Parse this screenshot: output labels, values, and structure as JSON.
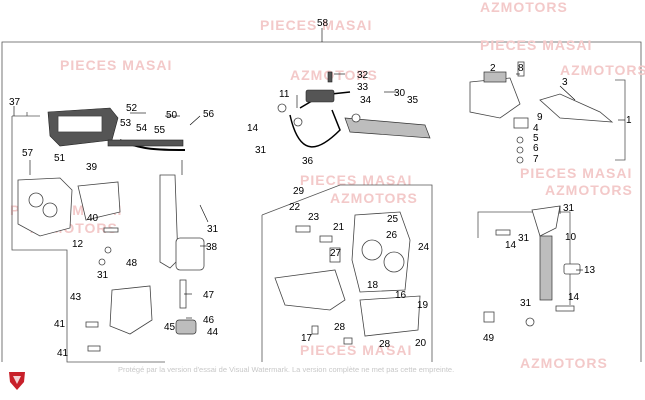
{
  "diagram": {
    "brand_colors": {
      "watermark": "#f3c9c9",
      "logo": "#c8202a"
    },
    "watermarks": [
      {
        "text": "PIECES MASAI"
      },
      {
        "text": "AZMOTORS"
      },
      {
        "text": "PIECES MASAI"
      },
      {
        "text": "AZMOTORS"
      },
      {
        "text": "PIECES MASAI"
      },
      {
        "text": "AZMOTORS"
      },
      {
        "text": "PIECES MASAI"
      },
      {
        "text": "AZMOTORS"
      }
    ],
    "footer_watermark": "Protégé par la version d'essai de Visual Watermark. La version complète ne met pas cette empreinte.",
    "logo_icon": "az-shield-logo-icon",
    "callouts": [
      "58",
      "37",
      "56",
      "52",
      "50",
      "53",
      "54",
      "55",
      "57",
      "51",
      "39",
      "40",
      "12",
      "31",
      "38",
      "31",
      "48",
      "43",
      "47",
      "41",
      "45",
      "46",
      "44",
      "41",
      "11",
      "32",
      "33",
      "30",
      "35",
      "34",
      "14",
      "31",
      "36",
      "29",
      "22",
      "23",
      "21",
      "27",
      "25",
      "26",
      "24",
      "18",
      "16",
      "19",
      "17",
      "28",
      "28",
      "20",
      "2",
      "8",
      "9",
      "3",
      "4",
      "5",
      "6",
      "7",
      "1",
      "31",
      "14",
      "31",
      "10",
      "13",
      "31",
      "14",
      "49"
    ]
  }
}
